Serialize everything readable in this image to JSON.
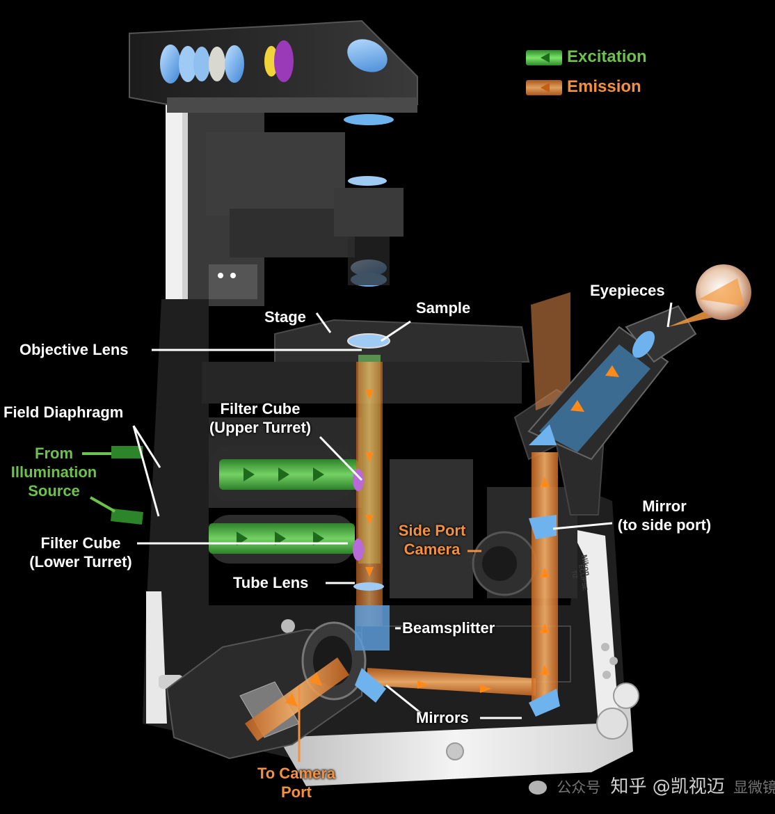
{
  "legend": {
    "excitation": {
      "label": "Excitation",
      "color": "#3fbf3a"
    },
    "emission": {
      "label": "Emission",
      "color": "#f39a3f"
    }
  },
  "labels": {
    "stage": "Stage",
    "sample": "Sample",
    "objective_lens": "Objective Lens",
    "eyepieces": "Eyepieces",
    "field_diaphragm": "Field Diaphragm",
    "filter_cube_upper_1": "Filter Cube",
    "filter_cube_upper_2": "(Upper Turret)",
    "from_illum_1": "From",
    "from_illum_2": "Illumination",
    "from_illum_3": "Source",
    "mirror_side_1": "Mirror",
    "mirror_side_2": "(to side port)",
    "side_port_1": "Side Port",
    "side_port_2": "Camera",
    "filter_cube_lower_1": "Filter Cube",
    "filter_cube_lower_2": "(Lower Turret)",
    "tube_lens": "Tube Lens",
    "beamsplitter": "Beamsplitter",
    "mirrors": "Mirrors",
    "to_camera_1": "To Camera",
    "to_camera_2": "Port"
  },
  "device": {
    "brand": "Nikon",
    "model": "ECLIPSE",
    "model_sub": "Ti2"
  },
  "watermark": {
    "platform_text": "公众号",
    "zhihu_text": "知乎 @凯视迈",
    "faded_text": "显微镜"
  },
  "colors": {
    "label_white": "#ffffff",
    "label_green": "#6cc24a",
    "label_orange": "#f5913e",
    "body_dark": "#2b2b2b",
    "body_light": "#e6e6e6",
    "lens_blue": "#6fb3ee"
  }
}
